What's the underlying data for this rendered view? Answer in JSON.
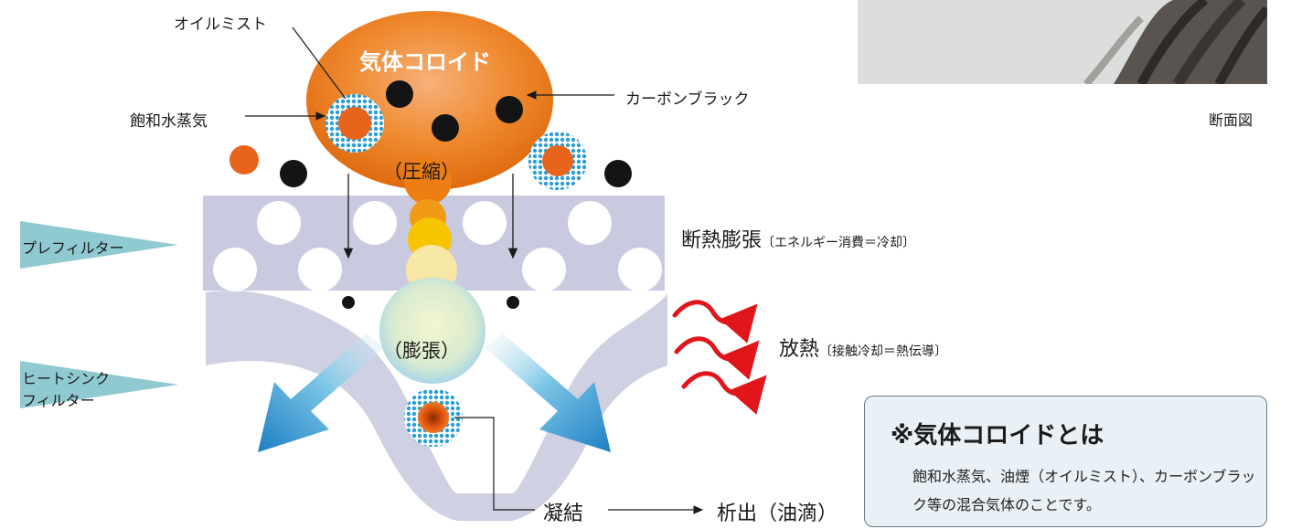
{
  "labels": {
    "oil_mist": "オイルミスト",
    "gas_colloid": "気体コロイド",
    "saturated_vapor": "飽和水蒸気",
    "carbon_black": "カーボンブラック",
    "compression": "（圧縮）",
    "expansion": "（膨張）",
    "adiabatic_main": "断熱膨張",
    "adiabatic_sub": "〔エネルギー消費＝冷却〕",
    "heat_release_main": "放熱",
    "heat_release_sub": "〔接触冷却＝熱伝導〕",
    "prefilter": "プレフィルター",
    "heatsink_line1": "ヒートシンク",
    "heatsink_line2": "フィルター",
    "condensation": "凝結",
    "precipitation": "析出（油滴）",
    "cross_section": "断面図"
  },
  "note": {
    "title": "※気体コロイドとは",
    "body": "飽和水蒸気、油煙（オイルミスト）、カーボンブラック等の混合気体のことです。"
  },
  "colors": {
    "filter_plate": "#c9cadf",
    "colloid_orange": "#ec7a1c",
    "dot_black": "#141414",
    "vapor_blue": "#2a9ed6",
    "flow_blue": "#1f86c9",
    "heat_arrow_red": "#e0161b",
    "filter_tag": "#8fc9d1",
    "note_bg": "#e9f1f6"
  }
}
